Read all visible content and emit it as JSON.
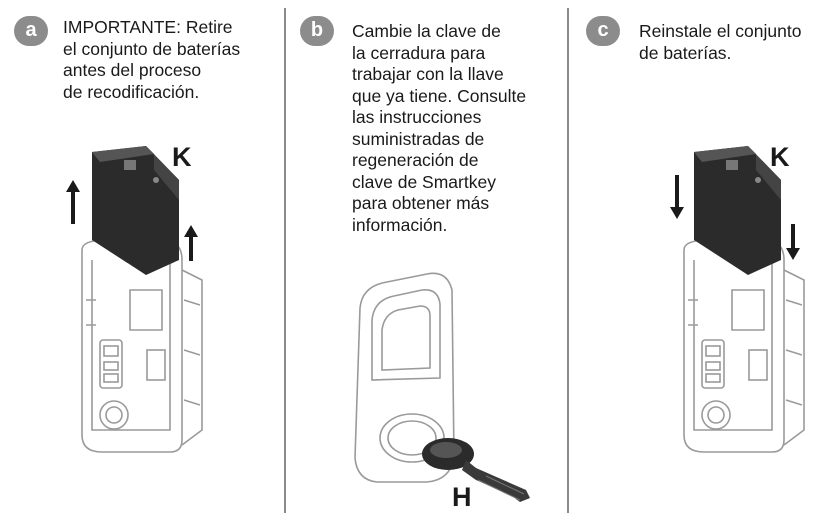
{
  "steps": [
    {
      "letter": "a",
      "text": "IMPORTANTE: Retire\nel conjunto de baterías\nantes del proceso\nde recodificación.",
      "part_label": "K"
    },
    {
      "letter": "b",
      "text": "Cambie la clave de\nla cerradura para\ntrabajar con la llave\nque ya tiene. Consulte\nlas instrucciones\nsuministradas de\nregeneración de\nclave de Smartkey\npara obtener más\ninformación.",
      "part_label": "H"
    },
    {
      "letter": "c",
      "text": "Reinstale el conjunto\nde baterías.",
      "part_label": "K"
    }
  ],
  "colors": {
    "badge": "#8c8c8c",
    "line_art": "#9a9a9a",
    "battery": "#2b2b2b",
    "divider": "#8a8a8a"
  }
}
